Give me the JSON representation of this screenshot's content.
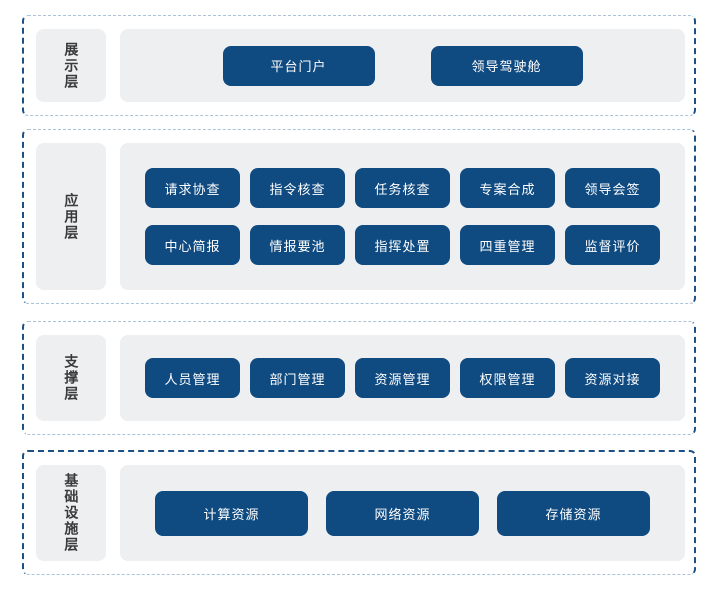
{
  "diagram": {
    "layers": [
      {
        "id": "presentation",
        "label": "展示层",
        "rows": [
          [
            "平台门户",
            "领导驾驶舱"
          ]
        ]
      },
      {
        "id": "application",
        "label": "应用层",
        "rows": [
          [
            "请求协查",
            "指令核查",
            "任务核查",
            "专案合成",
            "领导会签"
          ],
          [
            "中心简报",
            "情报要池",
            "指挥处置",
            "四重管理",
            "监督评价"
          ]
        ]
      },
      {
        "id": "support",
        "label": "支撑层",
        "rows": [
          [
            "人员管理",
            "部门管理",
            "资源管理",
            "权限管理",
            "资源对接"
          ]
        ]
      },
      {
        "id": "infrastructure",
        "label": "基础设施层",
        "rows": [
          [
            "计算资源",
            "网络资源",
            "存储资源"
          ]
        ]
      }
    ],
    "colors": {
      "node_bg": "#0f4a80",
      "node_text": "#ffffff",
      "panel_bg": "#edeff0",
      "label_bg": "#edeff0",
      "label_text": "#3a3a3a",
      "border_light": "#a9c3db",
      "border_dark": "#1c5186",
      "background": "#ffffff"
    }
  }
}
